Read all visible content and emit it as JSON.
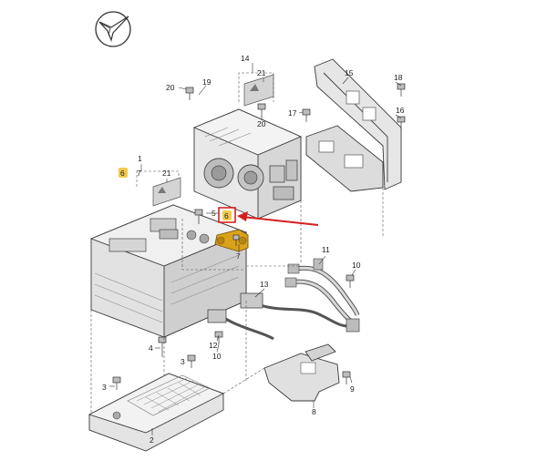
{
  "diagram": {
    "labels": {
      "n1": "1",
      "n2": "2",
      "n3": "3",
      "n4": "4",
      "n5": "5",
      "n6_left": "6",
      "n6_center": "6",
      "n7_left": "7",
      "n7_center": "7",
      "n8": "8",
      "n9": "9",
      "n10": "10",
      "n11": "11",
      "n12": "12",
      "n13": "13",
      "n14": "14",
      "n15": "15",
      "n16": "16",
      "n17": "17",
      "n18": "18",
      "n19": "19",
      "n20": "20",
      "n21_top": "21",
      "n21_left": "21"
    },
    "colors": {
      "highlight_fill": "#f2c94c",
      "highlight_box": "#d61f1f",
      "pointer_arrow": "#d61f1f",
      "part_fill": "#e9e9e9",
      "part_shade": "#cfcfcf",
      "connector_gold": "#d9a21a"
    },
    "highlighted_part": "6"
  }
}
